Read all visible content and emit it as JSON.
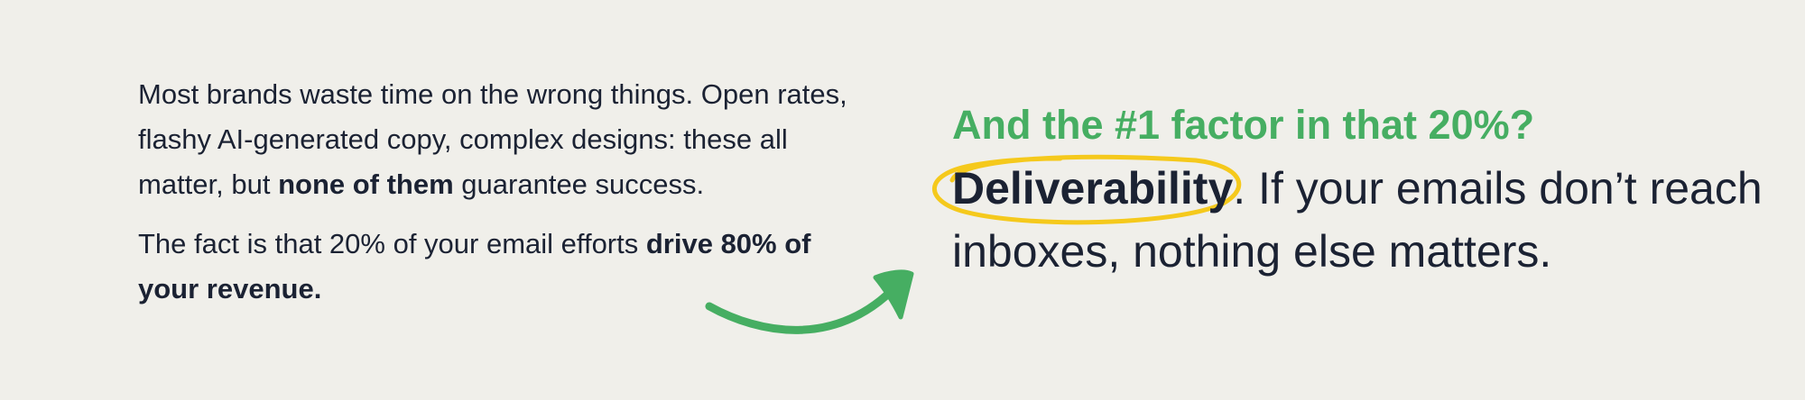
{
  "left": {
    "paragraph1": {
      "part1": "Most brands waste time on the wrong things. Open rates, flashy AI-generated copy, complex designs: these all matter, but ",
      "bold": "none of them",
      "part2": " guarantee success."
    },
    "paragraph2": {
      "part1": "The fact is that 20% of your email efforts ",
      "bold": "drive 80% of your revenue."
    }
  },
  "right": {
    "heading": "And the #1 factor in that 20%?",
    "highlight": "Deliverability",
    "rest": ". If your emails don’t reach inboxes, nothing else matters."
  },
  "colors": {
    "background": "#f0efea",
    "text": "#1b2233",
    "accent_green": "#46ae62",
    "highlight_yellow": "#f5c91c"
  },
  "icons": {
    "arrow": "curved-arrow-icon",
    "highlight": "hand-drawn-circle-icon"
  }
}
